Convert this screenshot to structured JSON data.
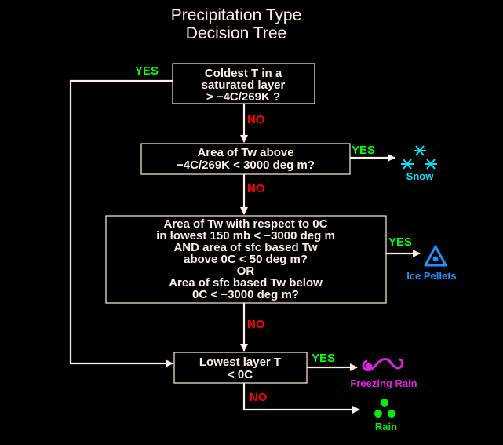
{
  "title": [
    "Precipitation Type",
    "Decision Tree"
  ],
  "boxes": [
    {
      "lines": [
        "Coldest T in a",
        "saturated layer",
        "> −4C/269K ?"
      ]
    },
    {
      "lines": [
        "Area of Tw above",
        "−4C/269K < 3000 deg m?"
      ]
    },
    {
      "lines": [
        "Area of Tw with respect to 0C",
        "in lowest 150 mb < −3000 deg m",
        "AND area of sfc based Tw",
        "above 0C < 50 deg m?",
        "OR",
        "Area of sfc based Tw below",
        "0C < −3000 deg m?"
      ]
    },
    {
      "lines": [
        "Lowest layer T",
        "< 0C"
      ]
    }
  ],
  "labels": {
    "yes": "YES",
    "no": "NO"
  },
  "outcomes": {
    "snow": {
      "label": "Snow",
      "color": "#00e5ff",
      "icon": "snowflake-icon"
    },
    "ice_pellets": {
      "label": "Ice Pellets",
      "color": "#1e90ff",
      "icon": "triangle-dot-icon"
    },
    "freezing_rain": {
      "label": "Freezing Rain",
      "color": "#e020e0",
      "icon": "freezing-rain-icon"
    },
    "rain": {
      "label": "Rain",
      "color": "#00ee00",
      "icon": "rain-dots-icon"
    }
  }
}
